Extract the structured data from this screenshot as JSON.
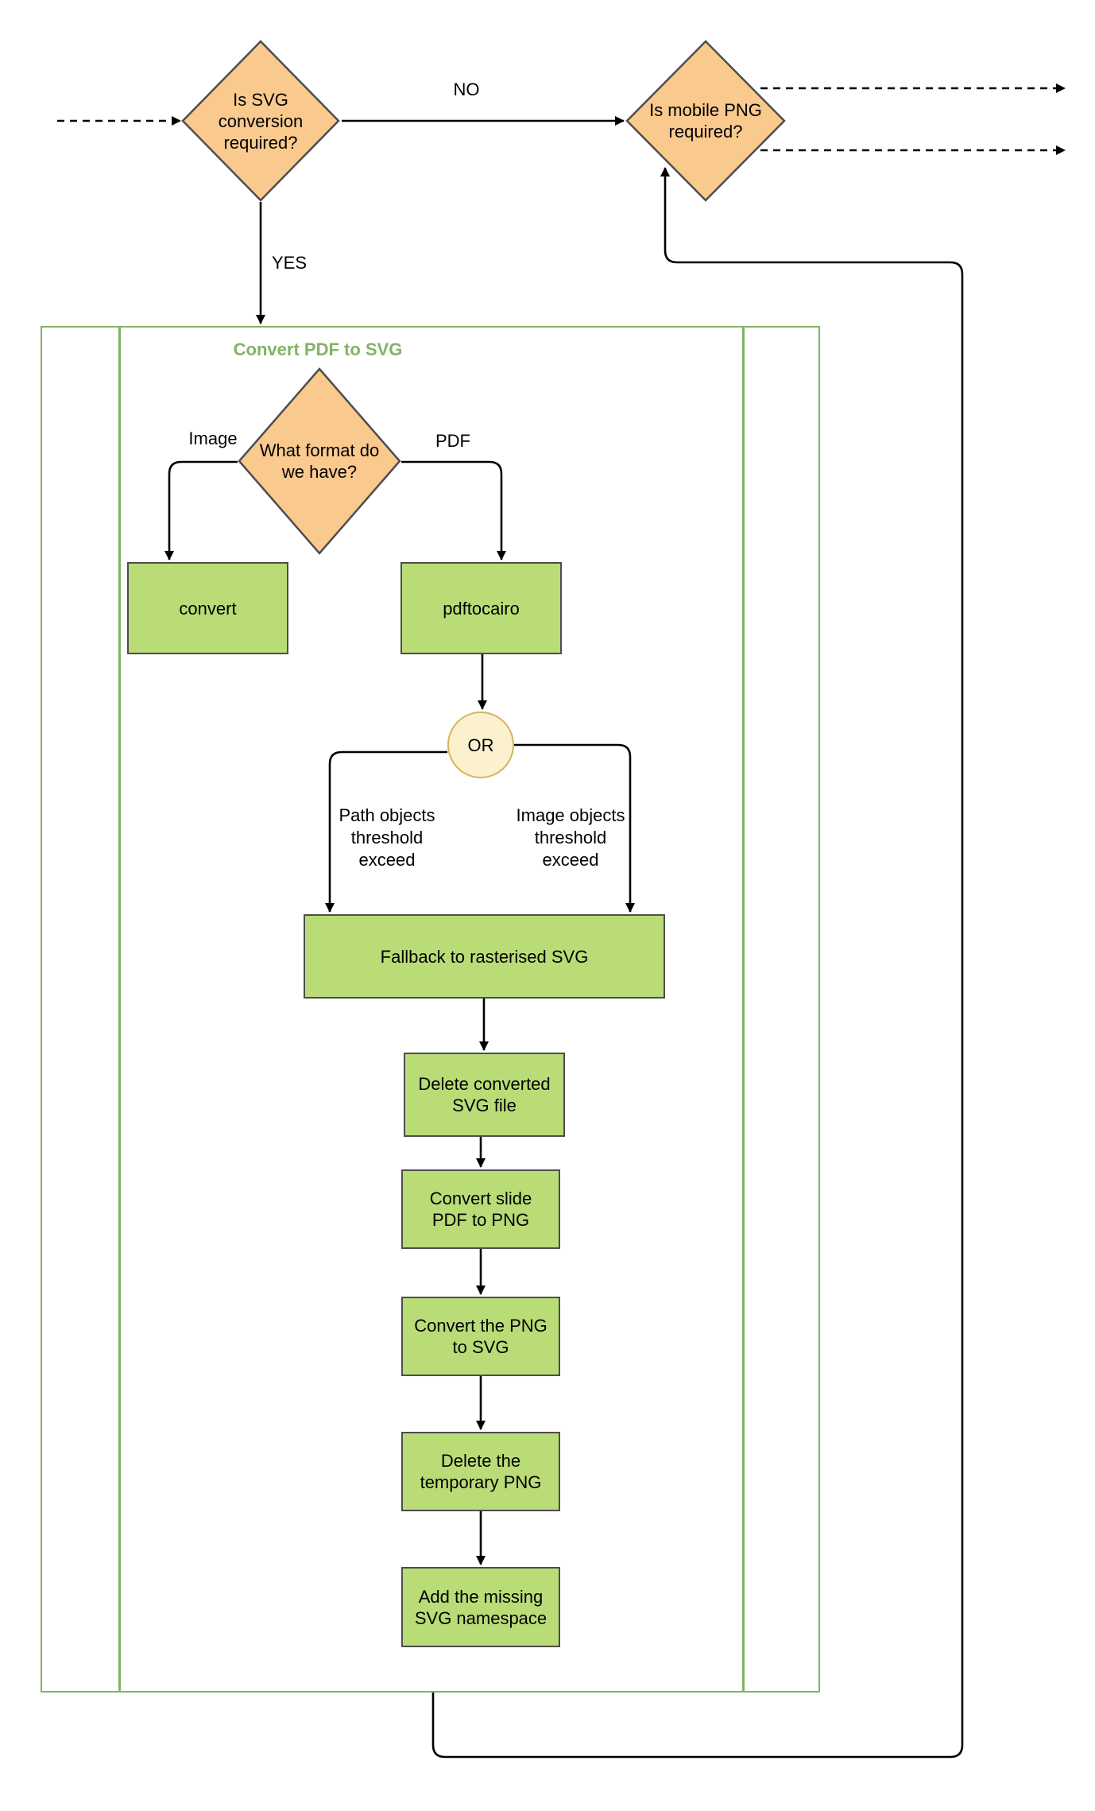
{
  "diagram": {
    "type": "flowchart",
    "colors": {
      "decision_fill": "#f9c98e",
      "process_fill": "#b9dc77",
      "junction_fill": "#fbf1ce",
      "junction_stroke": "#d4b45e",
      "shape_stroke": "#4d4d4d",
      "container_stroke": "#82b366",
      "title_color": "#82b366",
      "edge_color": "#000000"
    },
    "container": {
      "title": "Convert PDF to SVG"
    },
    "nodes": {
      "decision_svg": {
        "label": "Is SVG\nconversion\nrequired?"
      },
      "decision_mobile_png": {
        "label": "Is mobile PNG\nrequired?"
      },
      "decision_format": {
        "label": "What format do\nwe have?"
      },
      "convert": {
        "label": "convert"
      },
      "pdftocairo": {
        "label": "pdftocairo"
      },
      "or_junction": {
        "label": "OR"
      },
      "fallback": {
        "label": "Fallback to rasterised SVG"
      },
      "delete_svg": {
        "label": "Delete converted\nSVG file"
      },
      "convert_slide": {
        "label": "Convert slide\nPDF to PNG"
      },
      "convert_png": {
        "label": "Convert the PNG\nto SVG"
      },
      "delete_png": {
        "label": "Delete the\ntemporary PNG"
      },
      "add_namespace": {
        "label": "Add the missing\nSVG namespace"
      }
    },
    "edge_labels": {
      "no": "NO",
      "yes": "YES",
      "image": "Image",
      "pdf": "PDF",
      "path_threshold": "Path objects\nthreshold\nexceed",
      "image_threshold": "Image objects\nthreshold\nexceed"
    }
  }
}
